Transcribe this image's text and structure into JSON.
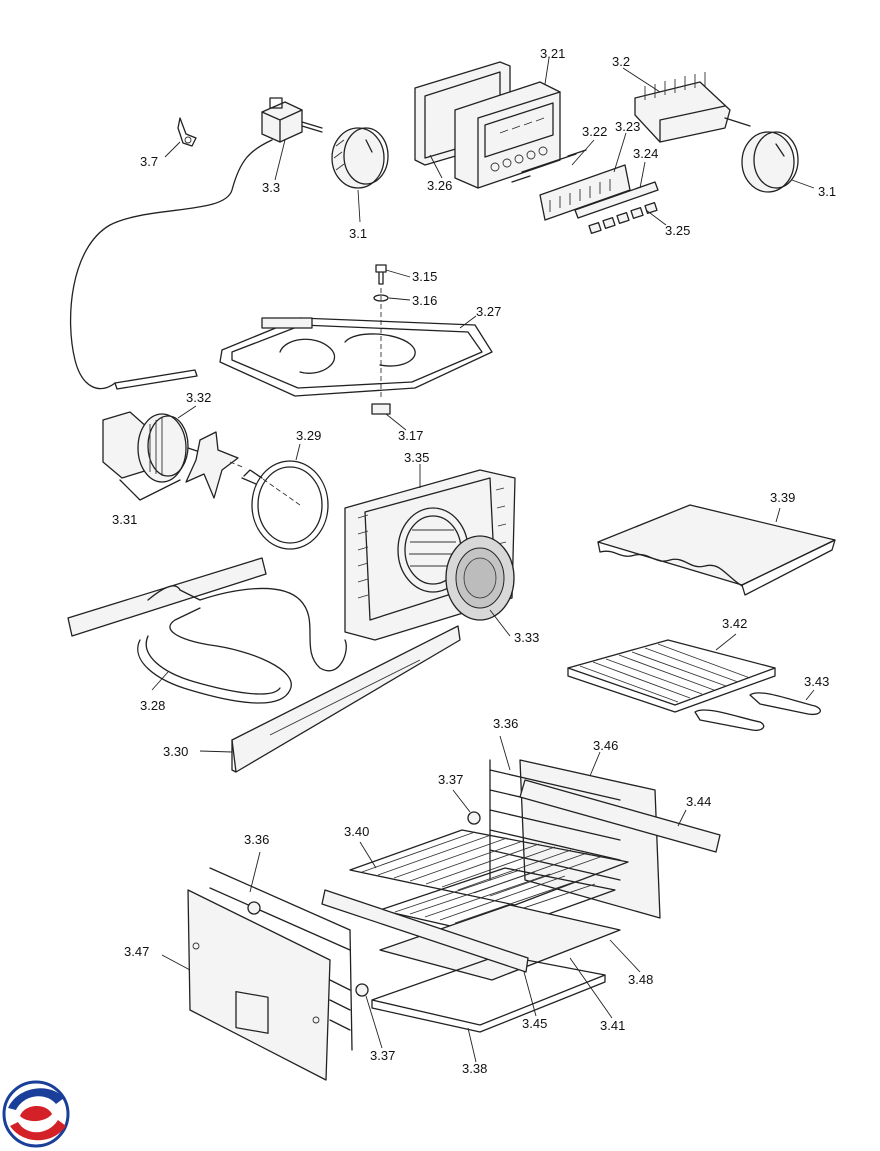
{
  "diagram": {
    "type": "exploded-parts-diagram",
    "subject": "oven parts",
    "brand_logo_color_red": "#d42027",
    "brand_logo_color_blue": "#1a3f9a",
    "labels": {
      "p3_1_a": "3.1",
      "p3_1_b": "3.1",
      "p3_2": "3.2",
      "p3_3": "3.3",
      "p3_7": "3.7",
      "p3_15": "3.15",
      "p3_16": "3.16",
      "p3_17": "3.17",
      "p3_21": "3.21",
      "p3_22": "3.22",
      "p3_23": "3.23",
      "p3_24": "3.24",
      "p3_25": "3.25",
      "p3_26": "3.26",
      "p3_27": "3.27",
      "p3_28": "3.28",
      "p3_29": "3.29",
      "p3_30": "3.30",
      "p3_31": "3.31",
      "p3_32": "3.32",
      "p3_33": "3.33",
      "p3_35": "3.35",
      "p3_36_a": "3.36",
      "p3_36_b": "3.36",
      "p3_37_a": "3.37",
      "p3_37_b": "3.37",
      "p3_38": "3.38",
      "p3_39": "3.39",
      "p3_40": "3.40",
      "p3_41": "3.41",
      "p3_42": "3.42",
      "p3_43": "3.43",
      "p3_44": "3.44",
      "p3_45": "3.45",
      "p3_46": "3.46",
      "p3_47": "3.47",
      "p3_48": "3.48"
    }
  }
}
